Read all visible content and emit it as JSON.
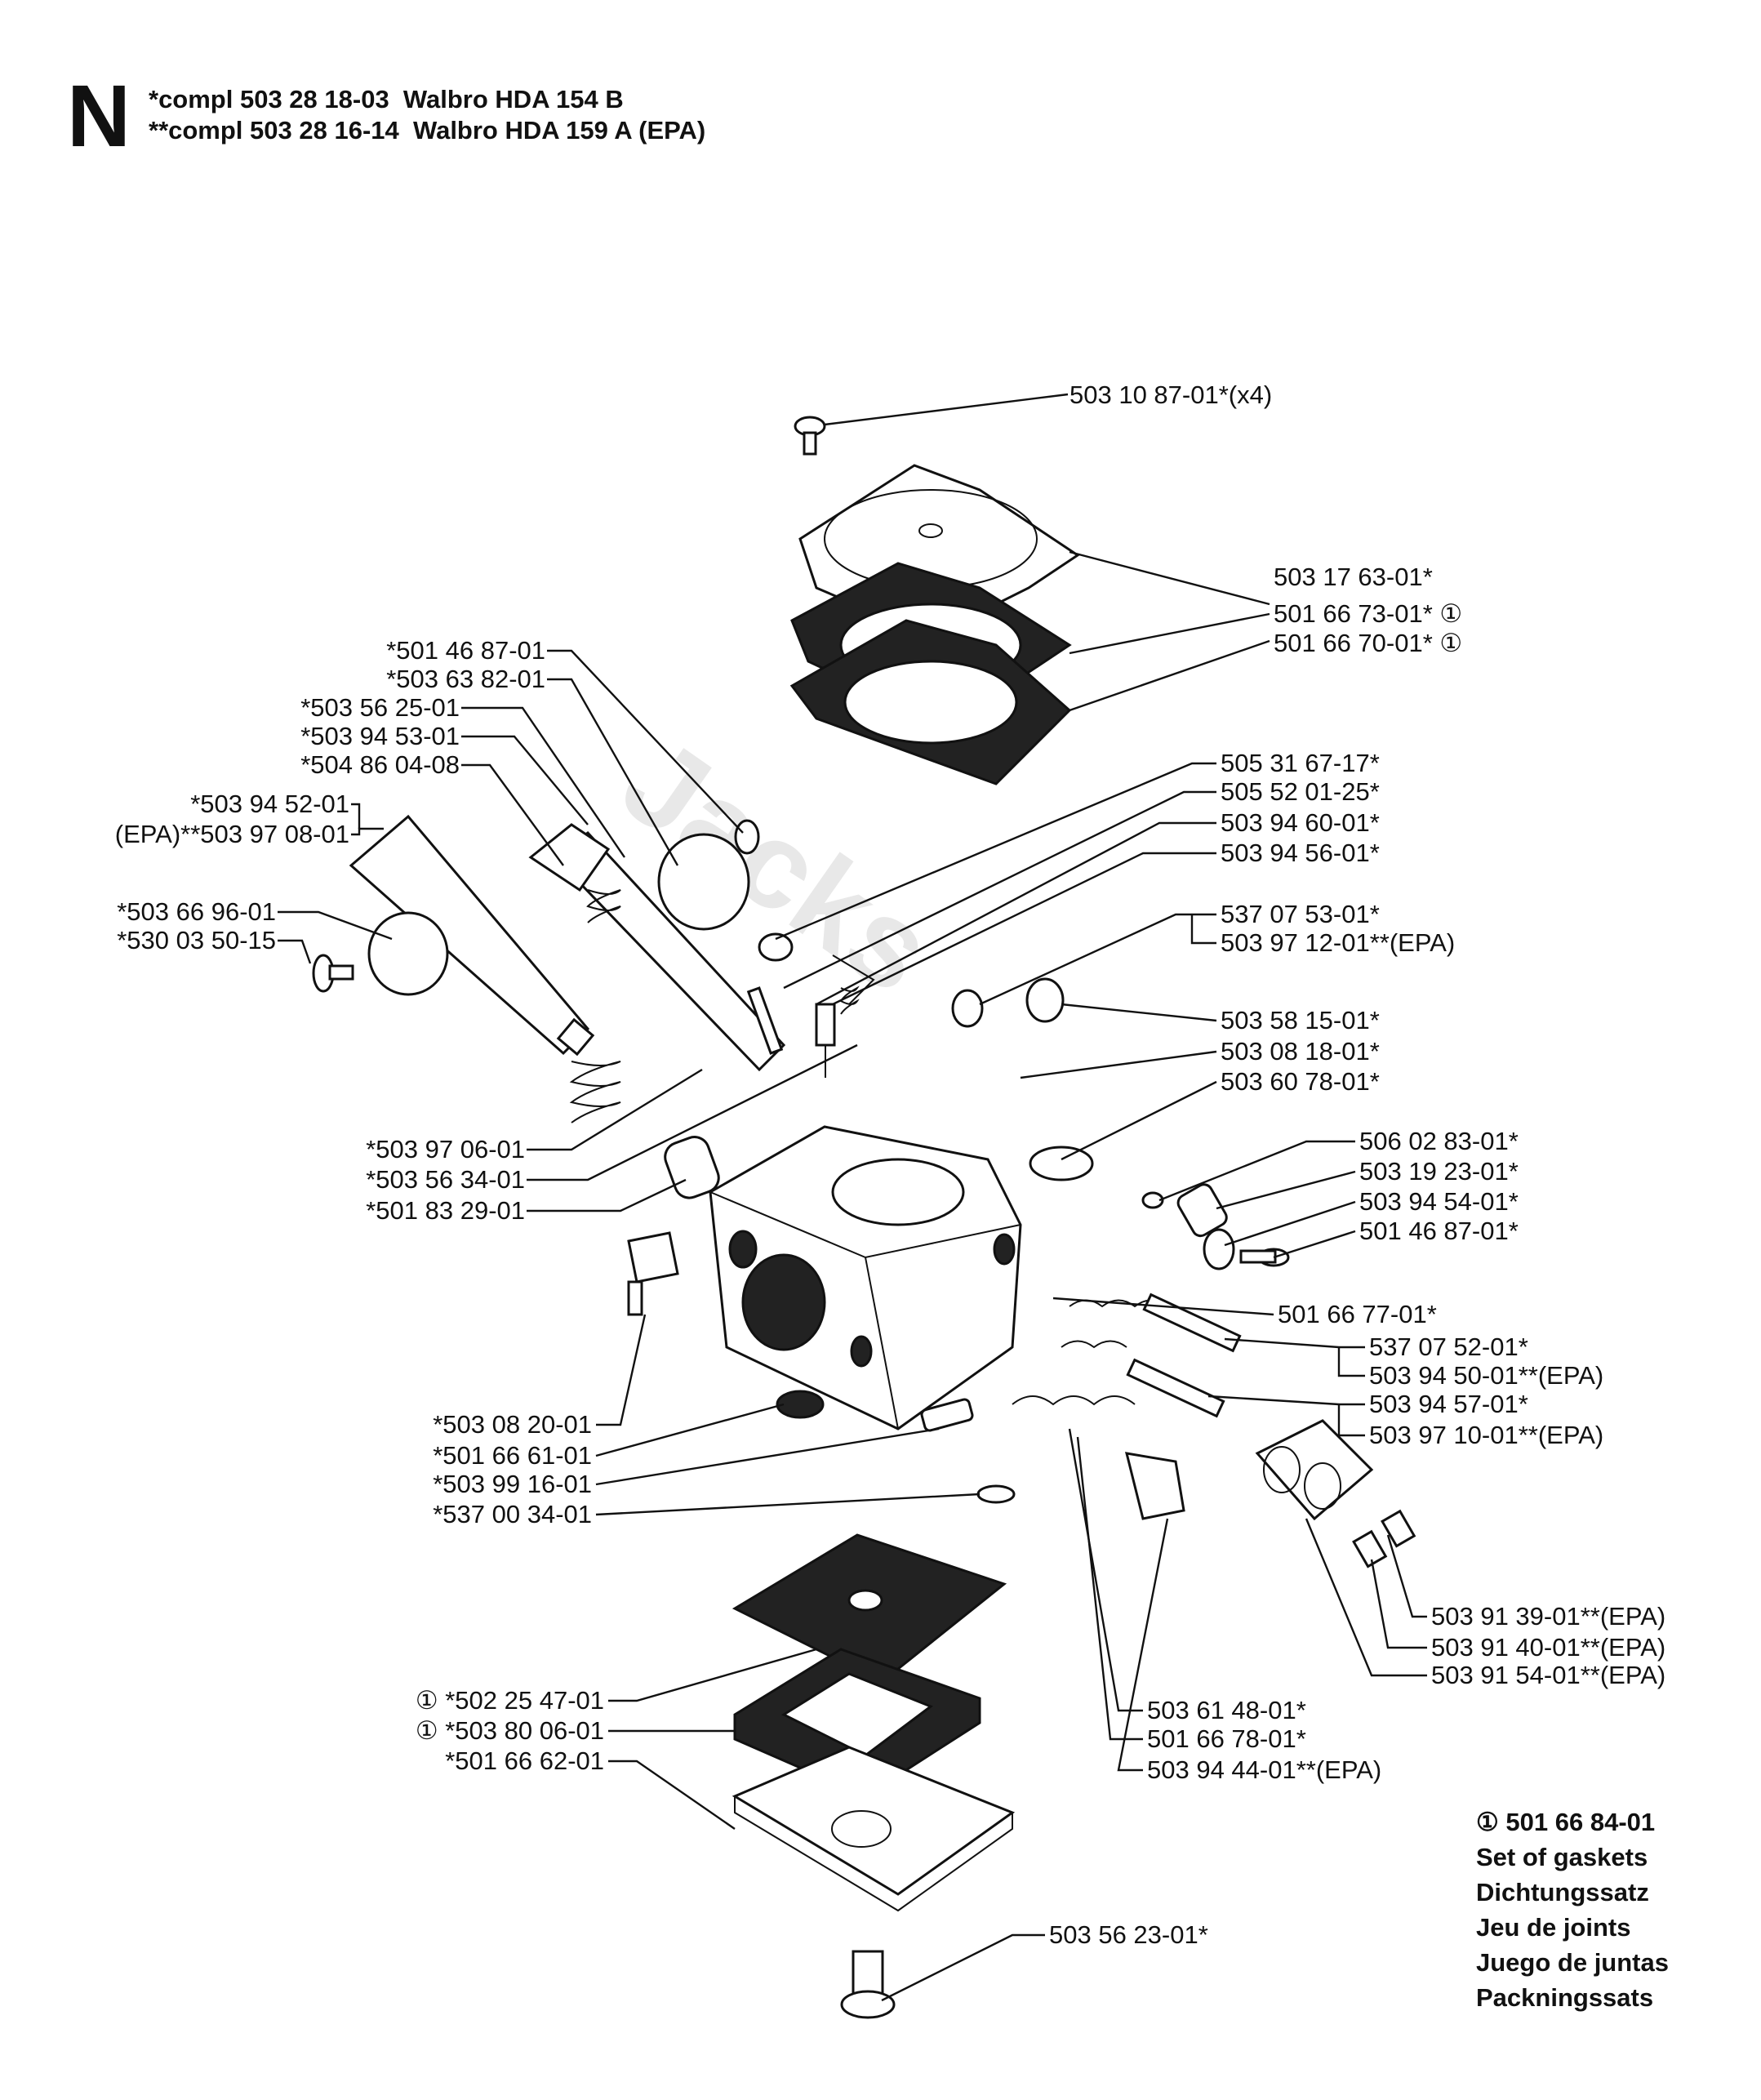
{
  "header": {
    "letter": "N",
    "line1": "*compl 503 28 18-03  Walbro HDA 154 B",
    "line2": "**compl 503 28 16-14  Walbro HDA 159 A (EPA)"
  },
  "labels": {
    "l01": "503 10 87-01*(x4)",
    "l02": "503 17 63-01*",
    "l03": "501 66 73-01* ①",
    "l04": "501 66 70-01* ①",
    "l05": "*501 46 87-01",
    "l06": "*503 63 82-01",
    "l07": "*503 56 25-01",
    "l08": "*503 94 53-01",
    "l09": "*504 86 04-08",
    "l10": "*503 94 52-01",
    "l11": "(EPA)**503 97 08-01",
    "l12": "*503 66 96-01",
    "l13": "*530 03 50-15",
    "l14": "505 31 67-17*",
    "l15": "505 52 01-25*",
    "l16": "503 94 60-01*",
    "l17": "503 94 56-01*",
    "l18": "537 07 53-01*",
    "l19": "503 97 12-01**(EPA)",
    "l20": "503 58 15-01*",
    "l21": "503 08 18-01*",
    "l22": "503 60 78-01*",
    "l23": "506 02 83-01*",
    "l24": "503 19 23-01*",
    "l25": "503 94 54-01*",
    "l26": "501 46 87-01*",
    "l27": "*503 97 06-01",
    "l28": "*503 56 34-01",
    "l29": "*501 83 29-01",
    "l30": "501 66 77-01*",
    "l31": "537 07 52-01*",
    "l32": "503 94 50-01**(EPA)",
    "l33": "503 94 57-01*",
    "l34": "503 97 10-01**(EPA)",
    "l35": "*503 08 20-01",
    "l36": "*501 66 61-01",
    "l37": "*503 99 16-01",
    "l38": "*537 00 34-01",
    "l39": "503 91 39-01**(EPA)",
    "l40": "503 91 40-01**(EPA)",
    "l41": "503 91 54-01**(EPA)",
    "l42": "① *502 25 47-01",
    "l43": "① *503 80 06-01",
    "l44": "*501 66 62-01",
    "l45": "503 61 48-01*",
    "l46": "501 66 78-01*",
    "l47": "503 94 44-01**(EPA)",
    "l48": "503 56 23-01*"
  },
  "legend": {
    "part": "① 501 66 84-01",
    "en": "Set of gaskets",
    "de": "Dichtungssatz",
    "fr": "Jeu de joints",
    "es": "Juego de juntas",
    "sv": "Packningssats"
  }
}
